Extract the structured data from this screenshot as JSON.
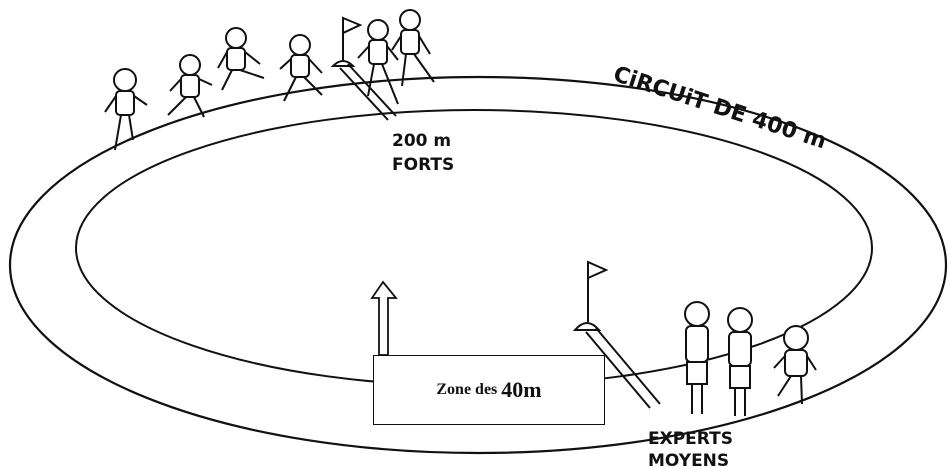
{
  "track": {
    "circuit_label": "CiRCUiT DE 400 m",
    "marker_200_distance": "200 m",
    "marker_200_group": "FORTS",
    "marker_start_group_1": "EXPERTS",
    "marker_start_group_2": "MOYENS"
  },
  "zone": {
    "prefix": "Zone des",
    "distance": "40m"
  },
  "colors": {
    "ink": "#111111",
    "background": "#ffffff"
  }
}
